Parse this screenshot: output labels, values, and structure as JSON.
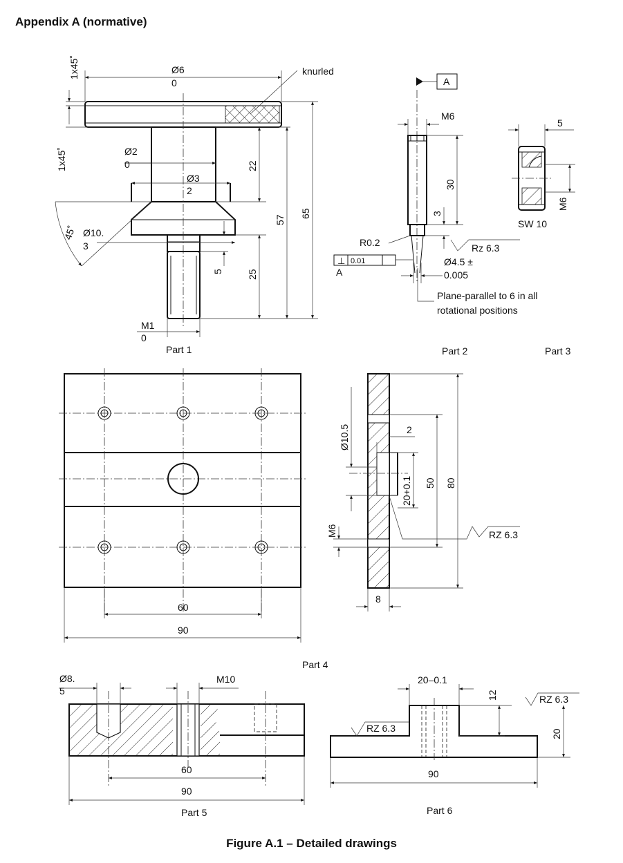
{
  "heading": "Appendix A   (normative)",
  "caption": "Figure A.1 – Detailed drawings",
  "parts": {
    "part1": {
      "label": "Part 1",
      "knurled": "knurled",
      "chamfer_top": "1x45˚",
      "chamfer_side": "1x45˚",
      "dia_head": "Ø6",
      "dia_head_b": "0",
      "dia_shank": "Ø2",
      "dia_shank_b": "0",
      "dia_collar": "Ø3",
      "dia_collar_b": "2",
      "dia_cone": "Ø10.",
      "dia_cone_b": "3",
      "angle": "45˚",
      "thread": "M1",
      "thread_b": "0",
      "d22": "22",
      "d57": "57",
      "d65": "65",
      "d25": "25",
      "d5": "5"
    },
    "part2": {
      "label": "Part 2",
      "datum": "A",
      "thread": "M6",
      "d30": "30",
      "d3": "3",
      "radius": "R0.2",
      "rough": "Rz 6.3",
      "tol_sym": "⊥",
      "tol_val": "0.01",
      "tol_datum": "A",
      "dia_pin": "Ø4.5 ±",
      "dia_pin_b": "0.005",
      "note_line1": "Plane-parallel to 6 in all",
      "note_line2": "rotational positions"
    },
    "part3": {
      "label": "Part 3",
      "d5": "5",
      "thread": "M6",
      "sw": "SW 10"
    },
    "part4": {
      "label": "Part 4",
      "dia": "Ø10.5",
      "d2": "2",
      "d20": "20+0.1",
      "d50": "50",
      "d80": "80",
      "thread": "M6",
      "d8": "8",
      "rough": "RZ 6.3",
      "d60": "60",
      "d90": "90"
    },
    "part5": {
      "label": "Part 5",
      "dia": "Ø8.",
      "dia_b": "5",
      "thread": "M10",
      "d60": "60",
      "d90": "90"
    },
    "part6": {
      "label": "Part 6",
      "d20": "20–0.1",
      "d12": "12",
      "d20h": "20",
      "d90": "90",
      "rough_right": "RZ 6.3",
      "rough_left": "RZ 6.3"
    }
  }
}
